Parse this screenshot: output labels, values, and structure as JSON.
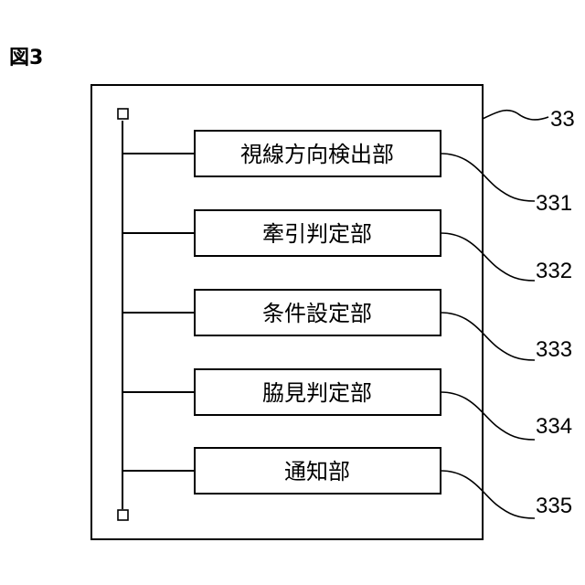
{
  "figure": {
    "label": "図3"
  },
  "unit": {
    "ref": "33"
  },
  "components": [
    {
      "label": "視線方向検出部",
      "ref": "331"
    },
    {
      "label": "牽引判定部",
      "ref": "332"
    },
    {
      "label": "条件設定部",
      "ref": "333"
    },
    {
      "label": "脇見判定部",
      "ref": "334"
    },
    {
      "label": "通知部",
      "ref": "335"
    }
  ]
}
